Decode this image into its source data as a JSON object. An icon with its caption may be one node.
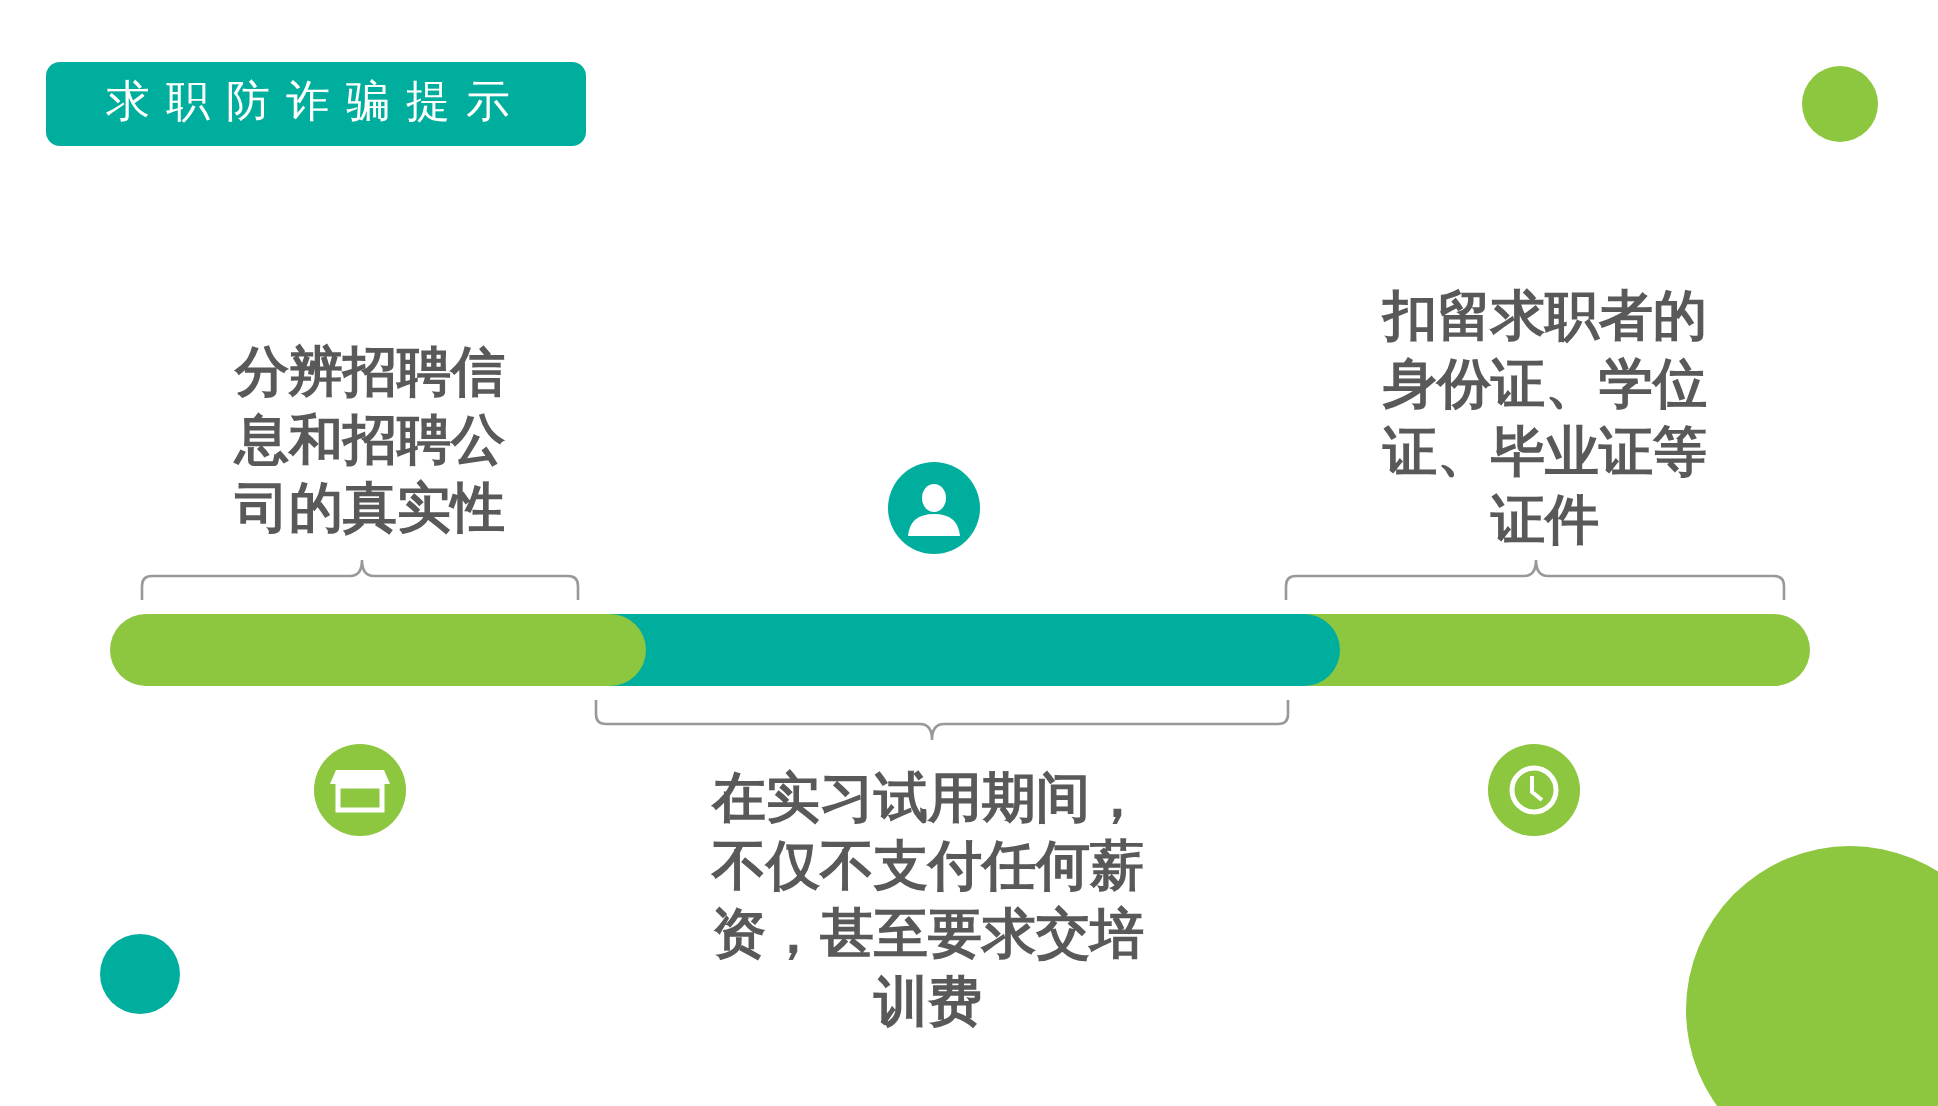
{
  "diagram": {
    "title": "求职防诈骗提示",
    "labels": [
      "分辨招聘信息和招聘公司的真实性",
      "在实习试用期间，不仅不支付任何薪资，甚至要求交培训费",
      "扣留求职者的身份证、学位证、毕业证等证件"
    ]
  }
}
